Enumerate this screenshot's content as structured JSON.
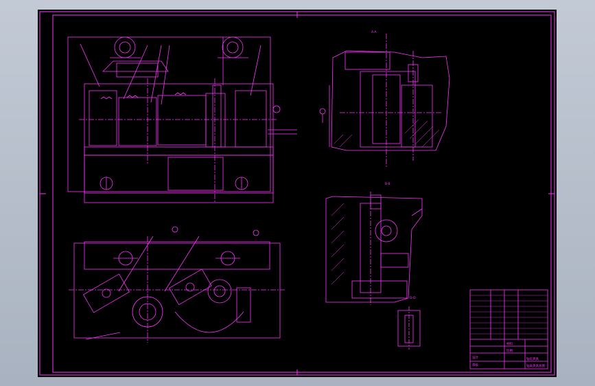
{
  "drawing": {
    "line_color": "#ff33ff",
    "background_color": "#000000",
    "frame_color": "#ff33ff"
  },
  "views": {
    "section_label_top_right": "A-A",
    "section_label_mid_right": "B-B",
    "section_label_bottom_right": "D-D"
  },
  "title_block": {
    "drawing_title": "钻孔夹具",
    "part_name": "钻床夹具总图",
    "scale_label": "比例",
    "material_label": "材料",
    "designer_label": "设计",
    "checker_label": "审核"
  }
}
